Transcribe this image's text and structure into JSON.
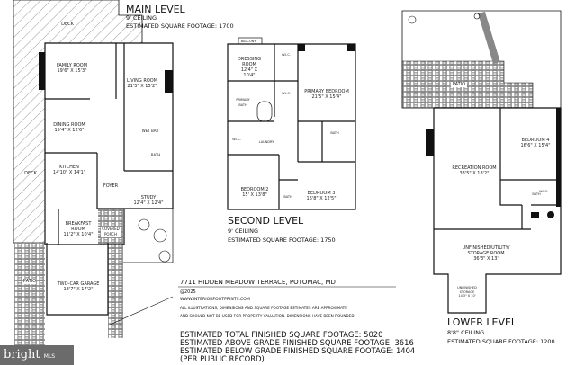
{
  "main_level": {
    "title": "MAIN LEVEL",
    "ceiling": "9' CEILING",
    "sqft": "ESTIMATED SQUARE FOOTAGE: 1700",
    "rooms": [
      {
        "name": "DECK",
        "dim": ""
      },
      {
        "name": "FAMILY ROOM",
        "dim": "19'6\" X 15'3\""
      },
      {
        "name": "LIVING ROOM",
        "dim": "21'5\" X 15'2\""
      },
      {
        "name": "DINING ROOM",
        "dim": "15'4\" X 12'6\""
      },
      {
        "name": "WET BAR",
        "dim": ""
      },
      {
        "name": "BATH",
        "dim": ""
      },
      {
        "name": "KITCHEN",
        "dim": "14'10\" X 14'1\""
      },
      {
        "name": "DECK",
        "dim": ""
      },
      {
        "name": "FOYER",
        "dim": ""
      },
      {
        "name": "STUDY",
        "dim": "12'4\" X 12'4\""
      },
      {
        "name": "BREAKFAST ROOM",
        "dim": "11'2\" X 10'4\""
      },
      {
        "name": "COVERED PORCH",
        "dim": ""
      },
      {
        "name": "PATIO",
        "dim": ""
      },
      {
        "name": "TWO-CAR GARAGE",
        "dim": "18'7\" X 17'2\""
      }
    ]
  },
  "second_level": {
    "title": "SECOND LEVEL",
    "ceiling": "9' CEILING",
    "sqft": "ESTIMATED SQUARE FOOTAGE: 1750",
    "rooms": [
      {
        "name": "BALCONY",
        "dim": ""
      },
      {
        "name": "DRESSING ROOM",
        "dim": "12'4\" X 10'4\""
      },
      {
        "name": "W.I.C.",
        "dim": ""
      },
      {
        "name": "W.I.C.",
        "dim": ""
      },
      {
        "name": "PRIMARY BEDROOM",
        "dim": "21'5\" X 15'4\""
      },
      {
        "name": "PRIMARY BATH",
        "dim": ""
      },
      {
        "name": "LAUNDRY",
        "dim": ""
      },
      {
        "name": "W.I.C.",
        "dim": ""
      },
      {
        "name": "BATH",
        "dim": ""
      },
      {
        "name": "BEDROOM 2",
        "dim": "15' X 13'8\""
      },
      {
        "name": "BATH",
        "dim": ""
      },
      {
        "name": "BEDROOM 3",
        "dim": "16'8\" X 12'5\""
      }
    ]
  },
  "lower_level": {
    "title": "LOWER LEVEL",
    "ceiling": "8'8\" CEILING",
    "sqft": "ESTIMATED SQUARE FOOTAGE: 1200",
    "rooms": [
      {
        "name": "PATIO",
        "dim": ""
      },
      {
        "name": "BEDROOM 4",
        "dim": "16'6\" X 15'4\""
      },
      {
        "name": "RECREATION ROOM",
        "dim": "33'5\" X 18'2\""
      },
      {
        "name": "W.I.C.",
        "dim": ""
      },
      {
        "name": "BATH",
        "dim": ""
      },
      {
        "name": "UNFINISHED/UTILITY/ STORAGE ROOM",
        "dim": "36'3\" X 13'"
      },
      {
        "name": "UNFINISHED STORAGE",
        "dim": "14'3\" X 10'"
      }
    ]
  },
  "info": {
    "address": "7711 HIDDEN MEADOW TERRACE, POTOMAC, MD",
    "copyright": "@2025",
    "website": "WWW.INTERIORFOOTPRINTS.COM",
    "disclaimer1": "ALL ILLUSTRATIONS, DIMENSIONS AND SQUARE FOOTAGE ESTIMATES ARE APPROXIMATE",
    "disclaimer2": "AND  SHOULD NOT BE USED FOR PROPERTY VALUATION. DIMENSIONS HAVE BEEN ROUNDED.",
    "total": "ESTIMATED TOTAL FINISHED SQUARE FOOTAGE: 5020",
    "above": "ESTIMATED ABOVE GRADE FINISHED SQUARE FOOTAGE: 3616",
    "below": "ESTIMATED BELOW GRADE FINISHED SQUARE FOOTAGE: 1404",
    "note": "(PER PUBLIC RECORD)"
  },
  "watermark": {
    "brand": "bright",
    "suffix": "MLS"
  }
}
